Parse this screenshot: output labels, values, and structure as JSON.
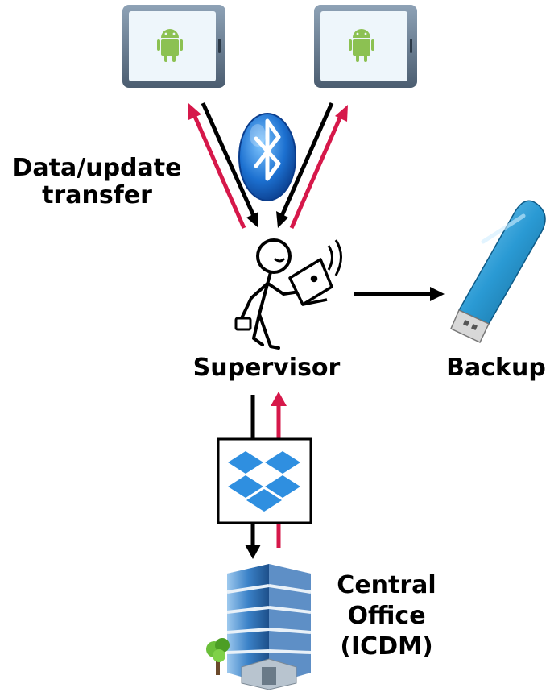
{
  "labels": {
    "data_transfer": [
      "Data/update",
      "transfer"
    ],
    "supervisor": "Supervisor",
    "backup": "Backup",
    "central_office": [
      "Central",
      "Office",
      "(ICDM)"
    ]
  },
  "colors": {
    "upload_arrow": "#d6184a",
    "download_arrow": "#000000",
    "tablet_frame": "#5d7184",
    "tablet_screen": "#eef6fb",
    "android": "#8cc152",
    "bluetooth": "#1565c0",
    "dropbox": "#2f8fe0",
    "usb_body": "#2a9ad4",
    "building_glass": "#3b82c8"
  },
  "icons": [
    "tablet-icon",
    "android-icon",
    "bluetooth-icon",
    "stick-figure-icon",
    "laptop-icon",
    "usb-drive-icon",
    "dropbox-icon",
    "office-building-icon",
    "tree-icon"
  ]
}
